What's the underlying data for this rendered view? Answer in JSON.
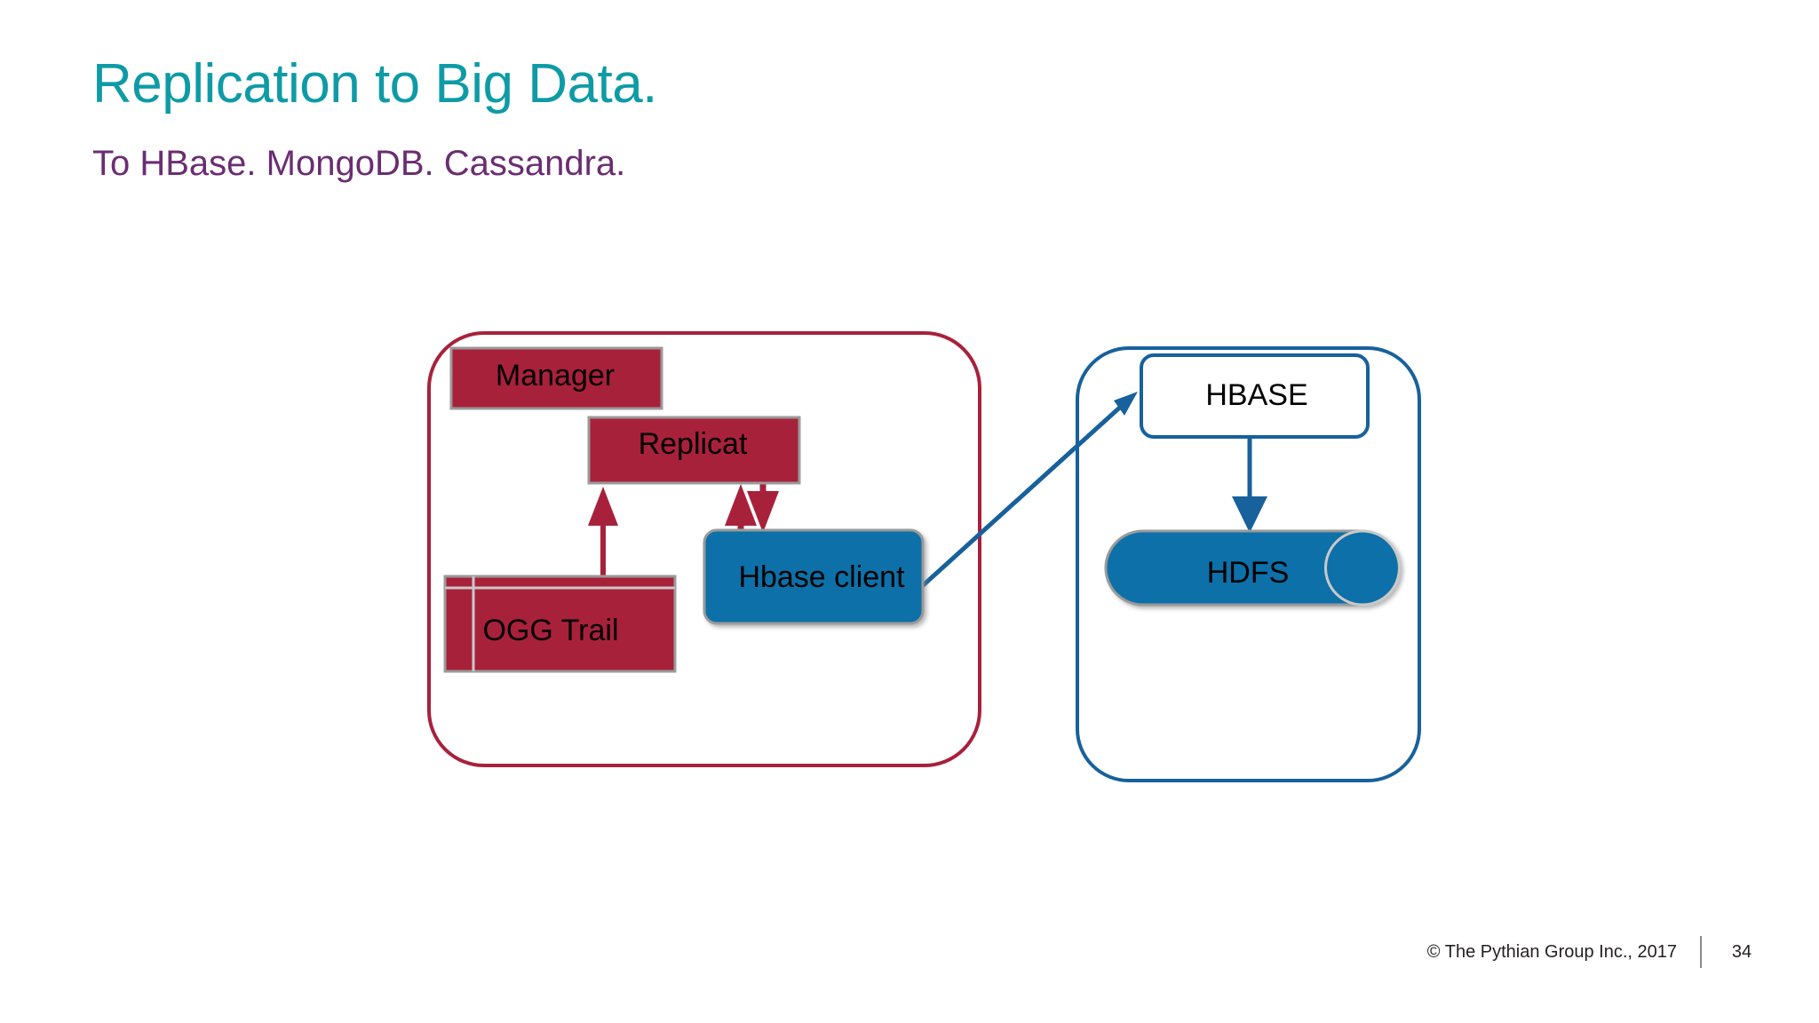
{
  "slide": {
    "title": "Replication to Big Data.",
    "subtitle": "To HBase. MongoDB. Cassandra.",
    "title_color": "#0E9BA6",
    "subtitle_color": "#6B2D72",
    "background_color": "#FFFFFF"
  },
  "diagram": {
    "type": "architecture-flow",
    "colors": {
      "red_fill": "#A8213B",
      "red_stroke": "#A8213B",
      "blue_fill": "#1070A8",
      "blue_stroke": "#17619C",
      "shape_border_gray": "#9A9A9A",
      "white_fill": "#FFFFFF"
    },
    "containers": [
      {
        "name": "goldengate-container",
        "style": "rounded-rectangle-outline",
        "stroke": "#A8213B",
        "label": ""
      },
      {
        "name": "bigdata-container",
        "style": "rounded-rectangle-outline",
        "stroke": "#17619C",
        "label": ""
      }
    ],
    "nodes": [
      {
        "id": "manager",
        "label": "Manager",
        "shape": "rectangle",
        "fill": "#A8213B",
        "text_color": "#000000"
      },
      {
        "id": "replicat",
        "label": "Replicat",
        "shape": "rectangle",
        "fill": "#A8213B",
        "text_color": "#000000"
      },
      {
        "id": "oggtrail",
        "label": "OGG Trail",
        "shape": "trail-file",
        "fill": "#A8213B",
        "text_color": "#000000"
      },
      {
        "id": "hclient",
        "label": "Hbase client",
        "shape": "rounded-rectangle",
        "fill": "#1070A8",
        "text_color": "#000000"
      },
      {
        "id": "hbase",
        "label": "HBASE",
        "shape": "rounded-rectangle",
        "fill": "#FFFFFF",
        "text_color": "#000000"
      },
      {
        "id": "hdfs",
        "label": "HDFS",
        "shape": "cylinder",
        "fill": "#1070A8",
        "text_color": "#000000"
      }
    ],
    "edges": [
      {
        "from": "oggtrail",
        "to": "replicat",
        "direction": "up",
        "color": "#A8213B"
      },
      {
        "from": "hclient",
        "to": "replicat",
        "direction": "up",
        "color": "#A8213B"
      },
      {
        "from": "replicat",
        "to": "hclient",
        "direction": "down",
        "color": "#A8213B"
      },
      {
        "from": "hclient",
        "to": "hbase",
        "direction": "diagonal",
        "color": "#17619C"
      },
      {
        "from": "hbase",
        "to": "hdfs",
        "direction": "down",
        "color": "#17619C"
      }
    ]
  },
  "footer": {
    "copyright": "©  The Pythian Group Inc., 2017",
    "page_number": "34"
  }
}
